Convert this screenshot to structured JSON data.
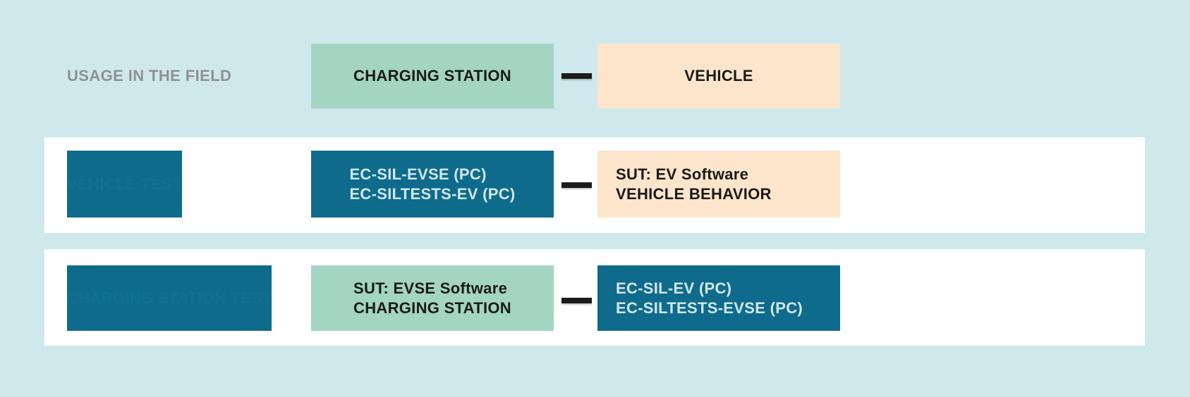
{
  "diagram": {
    "rows": [
      {
        "label": "USAGE IN THE FIELD",
        "left_box": {
          "line1": "CHARGING STATION"
        },
        "right_box": {
          "line1": "VEHICLE"
        }
      },
      {
        "label": "VEHICLE TEST",
        "left_box": {
          "line1": "EC-SIL-EVSE (PC)",
          "line2": "EC-SILTESTS-EV (PC)"
        },
        "right_box": {
          "line1": "SUT: EV Software",
          "line2": "VEHICLE BEHAVIOR"
        }
      },
      {
        "label": "CHARGING STATION TEST",
        "left_box": {
          "line1": "SUT: EVSE Software",
          "line2": "CHARGING STATION"
        },
        "right_box": {
          "line1": "EC-SIL-EV (PC)",
          "line2": "EC-SILTESTS-EVSE (PC)"
        }
      }
    ],
    "colors": {
      "background": "#cfe8ec",
      "band": "#ffffff",
      "mint_box": "#a3d5c2",
      "peach_box": "#fce5ca",
      "teal_box": "#0e6b8c",
      "teal_box_text": "#d2e7ec",
      "field_label": "#8f9192",
      "test_label": "#11708f",
      "connector": "#1b1b1b"
    }
  }
}
